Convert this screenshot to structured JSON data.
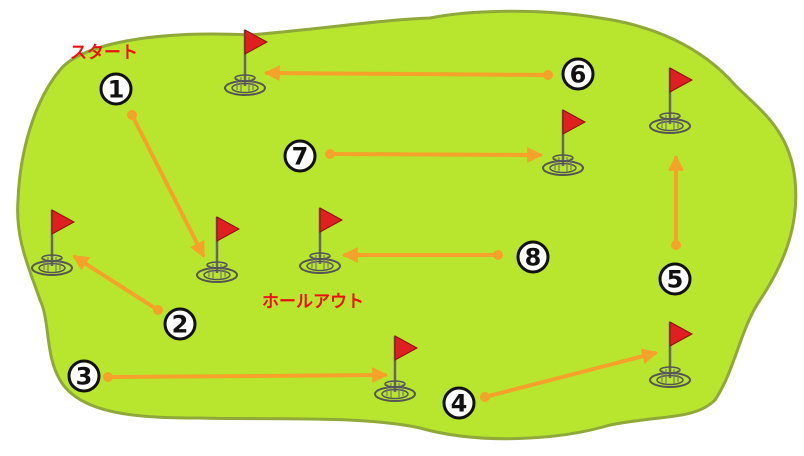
{
  "colors": {
    "course": "#b8e62e",
    "course_edge": "#8fa83a",
    "arrow": "#f5a12a",
    "flag": "#e02020",
    "label": "#ee1111"
  },
  "labels": {
    "start": "スタート",
    "holeout": "ホールアウト"
  },
  "numbers": [
    "1",
    "2",
    "3",
    "4",
    "5",
    "6",
    "7",
    "8"
  ]
}
